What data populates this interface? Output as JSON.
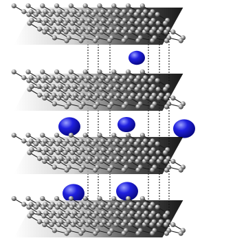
{
  "figure": {
    "layer_count": 4,
    "intercalant_count": 6,
    "colors": {
      "background": "#ffffff",
      "sheet_light": "#ffffff",
      "sheet_dark": "#000000",
      "bond": "#1a1a1a",
      "carbon_atom": "#8a8a8a",
      "intercalant_atom": "#1a1ad8",
      "guide_line": "#000000"
    },
    "atom_names": [
      "carbon-atom",
      "intercalant-atom"
    ]
  }
}
